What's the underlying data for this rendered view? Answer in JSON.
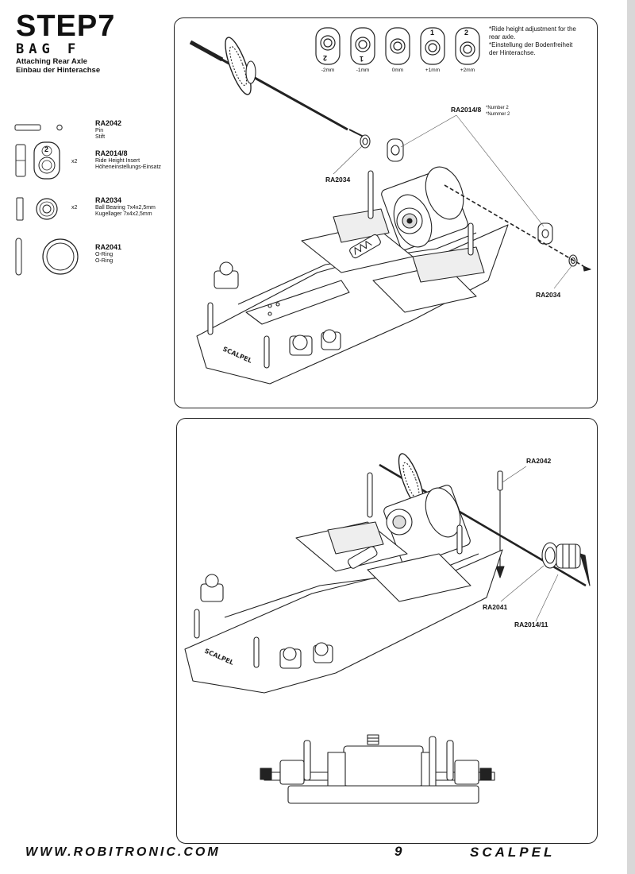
{
  "header": {
    "step": "STEP7",
    "bag": "BAG F",
    "subtitle_en": "Attaching Rear Axle",
    "subtitle_de": "Einbau der Hinterachse"
  },
  "parts": [
    {
      "code": "RA2042",
      "desc": [
        "Pin",
        "Stift"
      ],
      "qty": ""
    },
    {
      "code": "RA2014/8",
      "desc": [
        "Ride Height Insert",
        "Höheneinstellungs-Einsatz"
      ],
      "qty": "x2"
    },
    {
      "code": "RA2034",
      "desc": [
        "Ball Bearing 7x4x2,5mm",
        "Kugellager 7x4x2,5mm"
      ],
      "qty": "x2"
    },
    {
      "code": "RA2041",
      "desc": [
        "O-Ring",
        "O-Ring"
      ],
      "qty": ""
    }
  ],
  "ride_height": {
    "note": [
      "*Ride height adjustment for the",
      "rear axle.",
      "*Einstellung der Bodenfreiheit",
      "der Hinterachse."
    ],
    "settings": [
      {
        "label": "-2mm",
        "mark": "2",
        "flipped": true
      },
      {
        "label": "-1mm",
        "mark": "1",
        "flipped": true
      },
      {
        "label": "0mm",
        "mark": "",
        "flipped": false
      },
      {
        "label": "+1mm",
        "mark": "1",
        "flipped": false
      },
      {
        "label": "+2mm",
        "mark": "2",
        "flipped": false
      }
    ],
    "insert_number": "2"
  },
  "panel1": {
    "callout_insert": "RA2014/8",
    "callout_insert_note": [
      "*Number 2",
      "*Nummer 2"
    ],
    "callout_bearing_left": "RA2034",
    "callout_bearing_right": "RA2034"
  },
  "panel2": {
    "callout_pin": "RA2042",
    "callout_oring": "RA2041",
    "callout_hub": "RA2014/11"
  },
  "footer": {
    "url": "WWW.ROBITRONIC.COM",
    "page": "9",
    "brand": "SCALPEL"
  }
}
